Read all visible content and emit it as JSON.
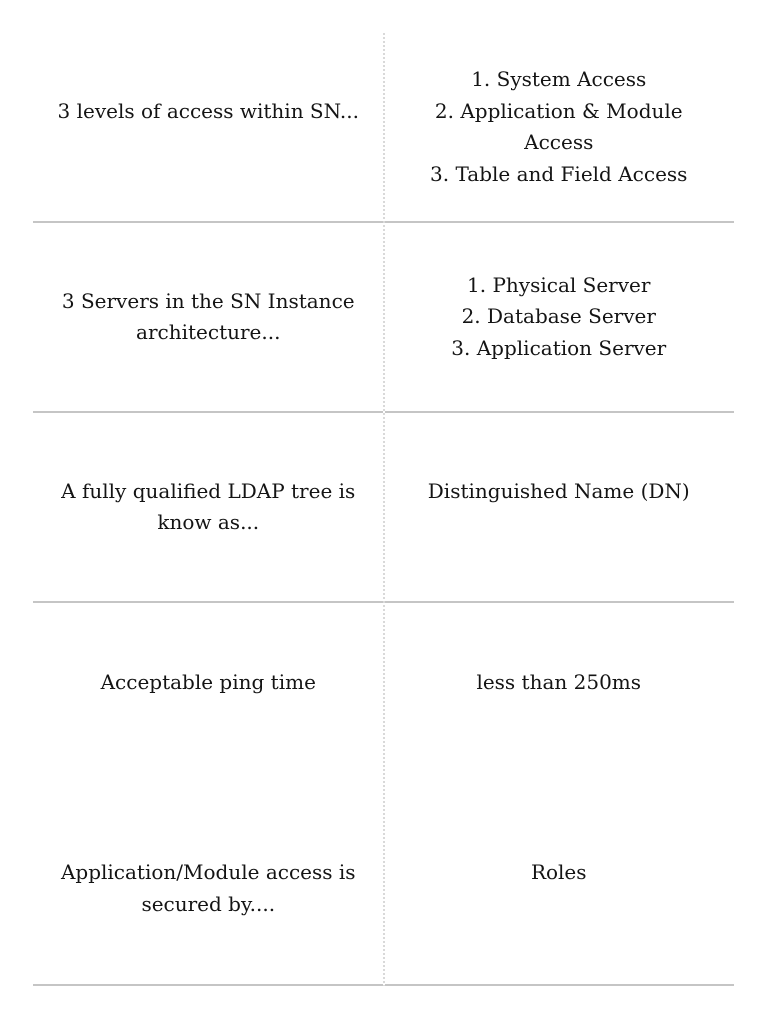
{
  "colors": {
    "background": "#ffffff",
    "text": "#141414",
    "row_separator": "#c5c5c5",
    "column_divider": "#d9d9d9"
  },
  "cards": [
    {
      "front_lines": [
        "3 levels of access within SN..."
      ],
      "back_lines": [
        "1. System Access",
        "2. Application & Module",
        "Access",
        "3. Table and Field Access"
      ]
    },
    {
      "front_lines": [
        "3 Servers in the SN Instance",
        "architecture..."
      ],
      "back_lines": [
        "1. Physical Server",
        "2. Database Server",
        "3. Application Server"
      ]
    },
    {
      "front_lines": [
        "A fully qualified LDAP tree is",
        "know as..."
      ],
      "back_lines": [
        "Distinguished Name (DN)"
      ]
    },
    {
      "front_lines": [
        "Acceptable ping time"
      ],
      "back_lines": [
        "less than 250ms"
      ]
    },
    {
      "front_lines": [
        "Application/Module access is",
        "secured by...."
      ],
      "back_lines": [
        "Roles"
      ]
    }
  ]
}
